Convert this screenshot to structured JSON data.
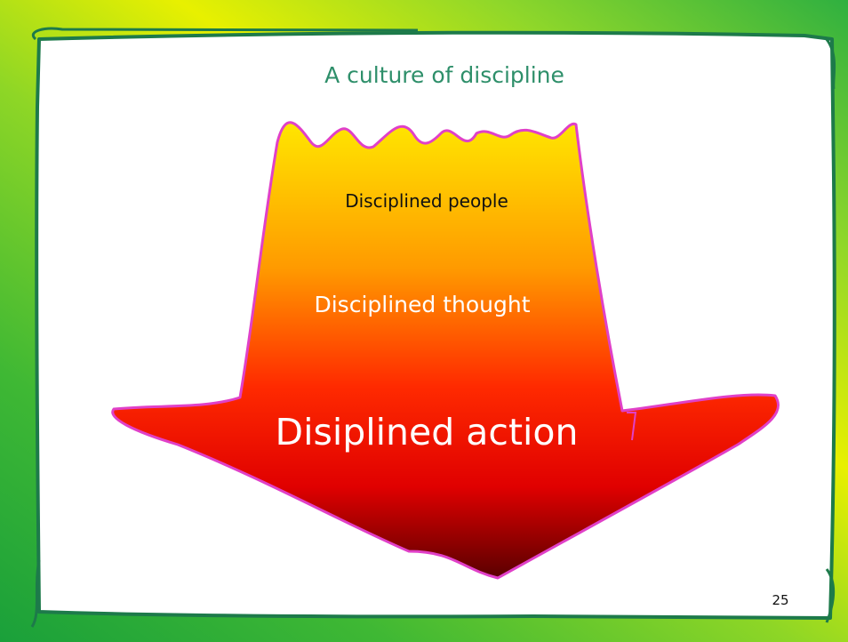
{
  "slide": {
    "title": "A culture of discipline",
    "number": "25"
  },
  "arrow": {
    "levels": [
      "Disciplined people",
      "Disciplined thought",
      "Disiplined action"
    ],
    "gradient": [
      "#ffe600",
      "#ff9a00",
      "#ff2a00",
      "#e00000",
      "#5a0000"
    ],
    "outline_color": "#e040c8"
  },
  "colors": {
    "title": "#2e8f6a",
    "panel": "#ffffff",
    "frame_stroke": "#1d7a4a"
  }
}
